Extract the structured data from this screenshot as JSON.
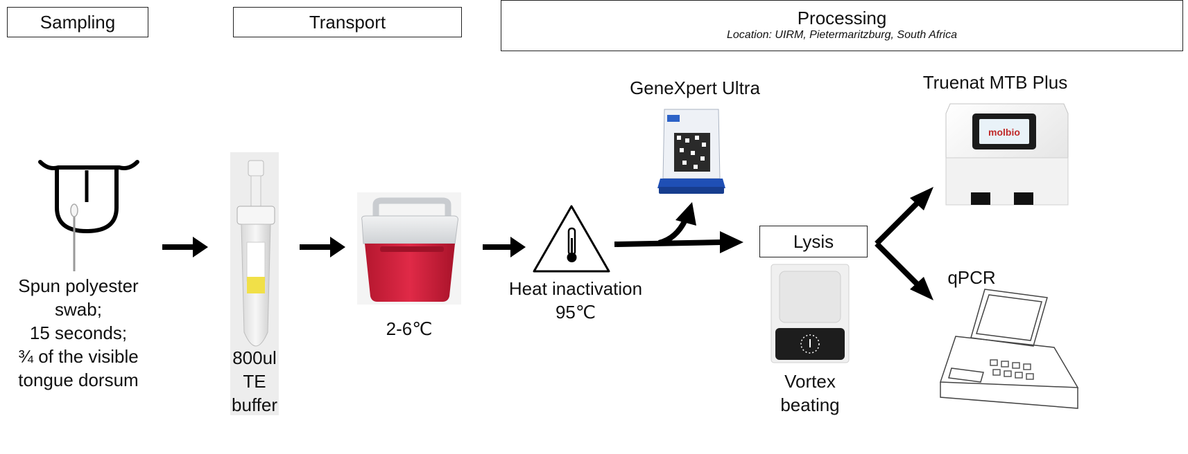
{
  "headers": {
    "sampling": "Sampling",
    "transport": "Transport",
    "processing": "Processing",
    "processing_location": "Location: UIRM, Pietermaritzburg, South Africa"
  },
  "steps": {
    "swab_lines": [
      "Spun polyester",
      "swab;",
      "15 seconds;",
      "¾ of the visible",
      "tongue dorsum"
    ],
    "buffer_lines": [
      "800ul",
      "TE",
      "buffer"
    ],
    "cooler_temp": "2-6℃",
    "heat_lines": [
      "Heat inactivation",
      "95℃"
    ],
    "genexpert": "GeneXpert Ultra",
    "lysis": "Lysis",
    "vortex_lines": [
      "Vortex",
      "beating"
    ],
    "truenat": "Truenat MTB Plus",
    "qpcr": "qPCR"
  },
  "colors": {
    "cooler_body": "#d8213f",
    "cooler_lid": "#e4e6e8",
    "cartridge_blue": "#1f4fb5",
    "tube_cap": "#f2f2f2",
    "tube_label": "#f1e048",
    "truenat_screen": "#1b1b1b",
    "arrow": "#000000"
  }
}
